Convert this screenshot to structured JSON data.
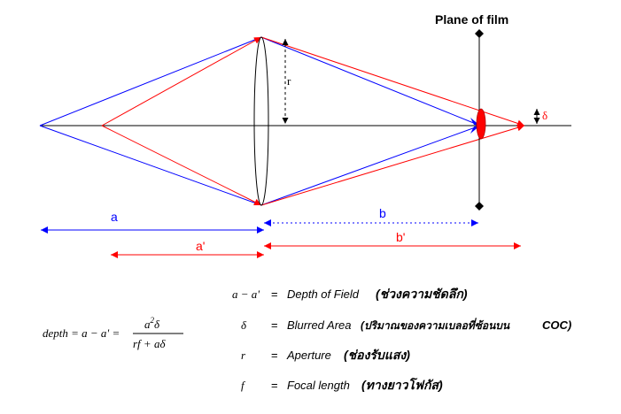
{
  "diagram": {
    "title": "Plane of film",
    "labels": {
      "r": "r",
      "delta": "δ",
      "a": "a",
      "a_prime": "a'",
      "b": "b",
      "b_prime": "b'"
    },
    "colors": {
      "blue": "#0000ff",
      "red": "#ff0000",
      "black": "#000000"
    }
  },
  "formula": {
    "lhs": "depth = a − a' =",
    "numerator_base": "a",
    "numerator_exp": "2",
    "numerator_tail": "δ",
    "denominator": "rf + aδ"
  },
  "legend": [
    {
      "symbol": "a − a'",
      "eq": "=",
      "text": "Depth of Field",
      "thai": "(ช่วงความชัดลึก)"
    },
    {
      "symbol": "δ",
      "eq": "=",
      "text": "Blurred Area",
      "thai": "(ปริมาณของความเบลอที่ซ้อนบน",
      "extra": "COC)"
    },
    {
      "symbol": "r",
      "eq": "=",
      "text": "Aperture",
      "thai": "(ช่องรับแสง)"
    },
    {
      "symbol": "f",
      "eq": "=",
      "text": "Focal length",
      "thai": "(ทางยาวโฟกัส)"
    }
  ]
}
